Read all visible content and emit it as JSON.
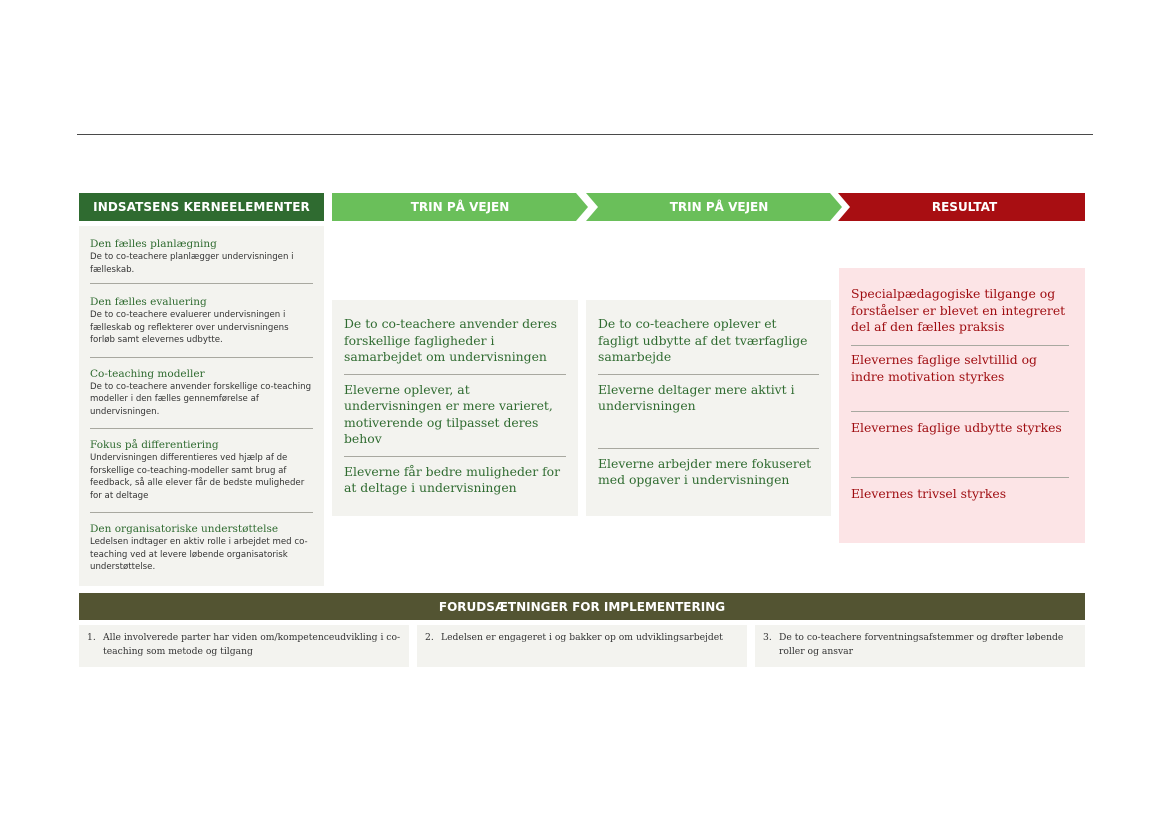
{
  "headers": {
    "core": "INDSATSENS KERNEELEMENTER",
    "step1": "TRIN PÅ VEJEN",
    "step2": "TRIN PÅ VEJEN",
    "result": "RESULTAT"
  },
  "colors": {
    "core_header": "#2f6b30",
    "step_header": "#6abf5a",
    "result_header": "#a80e12",
    "prereq_header": "#535432",
    "panel_bg": "#f3f3ef",
    "result_bg": "#fce4e6"
  },
  "core_elements": [
    {
      "title": "Den fælles planlægning",
      "desc": "De to co-teachere planlægger undervisningen i fælleskab."
    },
    {
      "title": "Den fælles evaluering",
      "desc": "De to co-teachere evaluerer undervisningen i fælleskab og reflekterer over undervisningens forløb samt elevernes udbytte."
    },
    {
      "title": "Co-teaching modeller",
      "desc": "De to co-teachere anvender forskellige co-teaching modeller i den fælles gennemførelse af undervisningen."
    },
    {
      "title": "Fokus på differentiering",
      "desc": "Undervisningen differentieres ved hjælp af de forskellige co-teaching-modeller samt brug af feedback, så alle elever får de bedste muligheder for at deltage"
    },
    {
      "title": "Den organisatoriske understøttelse",
      "desc": "Ledelsen indtager en aktiv rolle i arbejdet med co-teaching ved at levere løbende organisatorisk understøttelse."
    }
  ],
  "steps1": [
    "De to co-teachere anvender deres forskellige fagligheder i samarbejdet om undervisningen",
    "Eleverne oplever, at undervisningen er mere varieret, motiverende og tilpasset deres behov",
    "Eleverne får bedre muligheder for at deltage i undervisningen"
  ],
  "steps2": [
    "De to co-teachere oplever et fagligt udbytte af det tværfaglige samarbejde",
    "Eleverne deltager mere aktivt i undervisningen",
    "Eleverne arbejder mere fokuseret med opgaver i undervisningen"
  ],
  "results": [
    "Specialpædagogiske tilgange og forståelser er blevet en integreret del af den fælles praksis",
    "Elevernes faglige selvtillid og indre motivation styrkes",
    "Elevernes faglige udbytte styrkes",
    "Elevernes trivsel styrkes"
  ],
  "prerequisites": {
    "title": "FORUDSÆTNINGER FOR IMPLEMENTERING",
    "items": [
      {
        "num": "1.",
        "text": "Alle involverede parter har viden om/kompetenceudvikling i co-teaching som metode og tilgang"
      },
      {
        "num": "2.",
        "text": "Ledelsen er engageret i og bakker op om udviklingsarbejdet"
      },
      {
        "num": "3.",
        "text": "De to co-teachere forventningsafstemmer og drøfter løbende roller og ansvar"
      }
    ]
  }
}
